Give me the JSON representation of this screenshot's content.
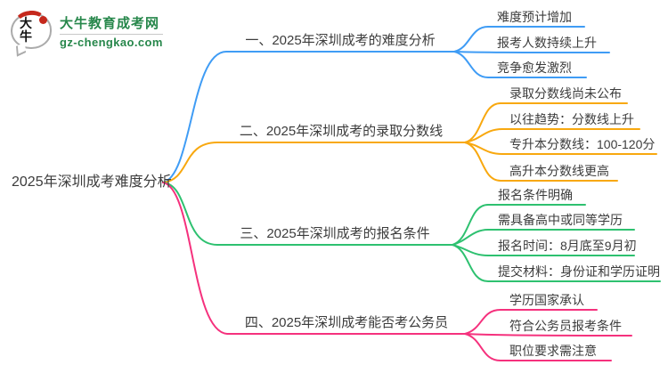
{
  "logo": {
    "bubble_text": "大牛",
    "site_name": "大牛教育成考网",
    "site_url": "gz-chengkao.com"
  },
  "root": {
    "label": "2025年深圳成考难度分析"
  },
  "colors": {
    "branch1": "#3F9CF5",
    "branch2": "#F8A80F",
    "branch3": "#2EC170",
    "branch4": "#F5317D",
    "logo_green": "#27874B",
    "logo_red": "#C5281C",
    "text": "#3C3C3C"
  },
  "branches": [
    {
      "label": "一、2025年深圳成考的难度分析",
      "leaves": [
        "难度预计增加",
        "报考人数持续上升",
        "竞争愈发激烈"
      ]
    },
    {
      "label": "二、2025年深圳成考的录取分数线",
      "leaves": [
        "录取分数线尚未公布",
        "以往趋势：分数线上升",
        "专升本分数线：100-120分",
        "高升本分数线更高"
      ]
    },
    {
      "label": "三、2025年深圳成考的报名条件",
      "leaves": [
        "报名条件明确",
        "需具备高中或同等学历",
        "报名时间：8月底至9月初",
        "提交材料：身份证和学历证明"
      ]
    },
    {
      "label": "四、2025年深圳成考能否考公务员",
      "leaves": [
        "学历国家承认",
        "符合公务员报考条件",
        "职位要求需注意"
      ]
    }
  ]
}
